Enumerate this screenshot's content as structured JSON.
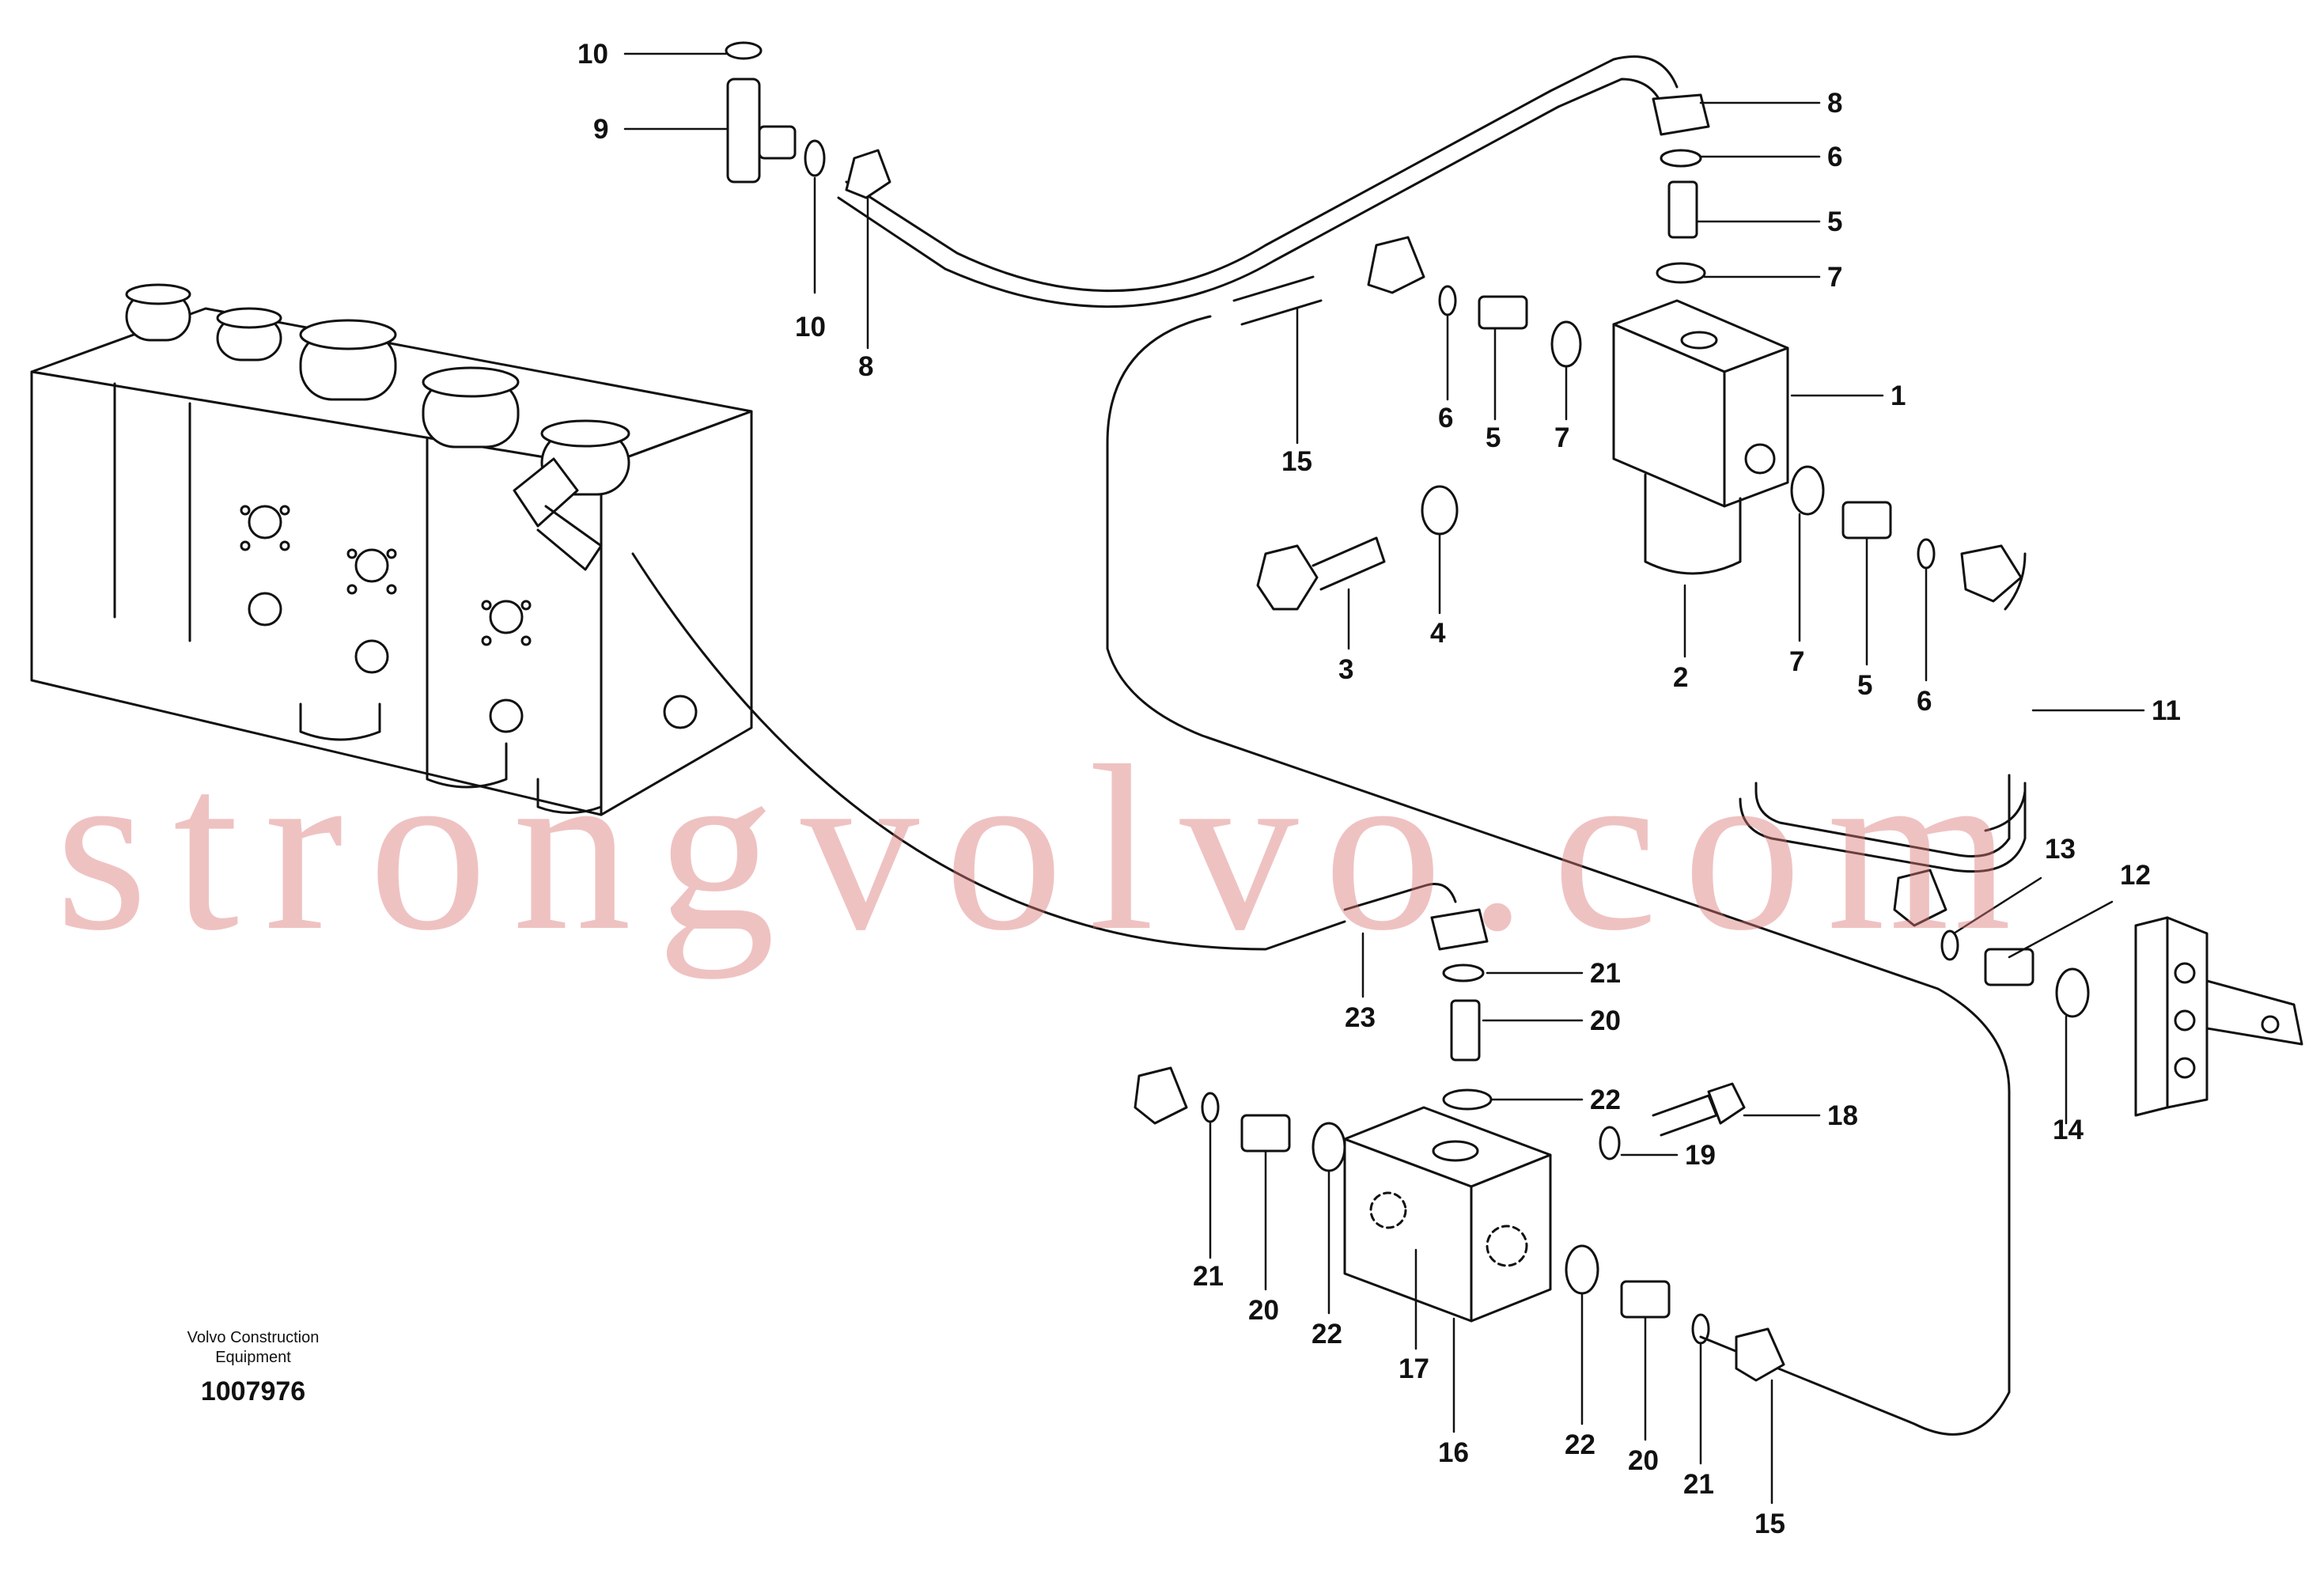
{
  "credit": {
    "line1": "Volvo Construction",
    "line2": "Equipment",
    "drawing_number": "1007976"
  },
  "watermark": "strongvolvo.com",
  "callouts": [
    "10",
    "9",
    "10",
    "8",
    "8",
    "6",
    "5",
    "7",
    "1",
    "15",
    "6",
    "5",
    "7",
    "3",
    "4",
    "2",
    "7",
    "5",
    "6",
    "11",
    "13",
    "12",
    "14",
    "21",
    "20",
    "23",
    "22",
    "18",
    "19",
    "21",
    "20",
    "22",
    "17",
    "16",
    "22",
    "20",
    "21",
    "15"
  ]
}
